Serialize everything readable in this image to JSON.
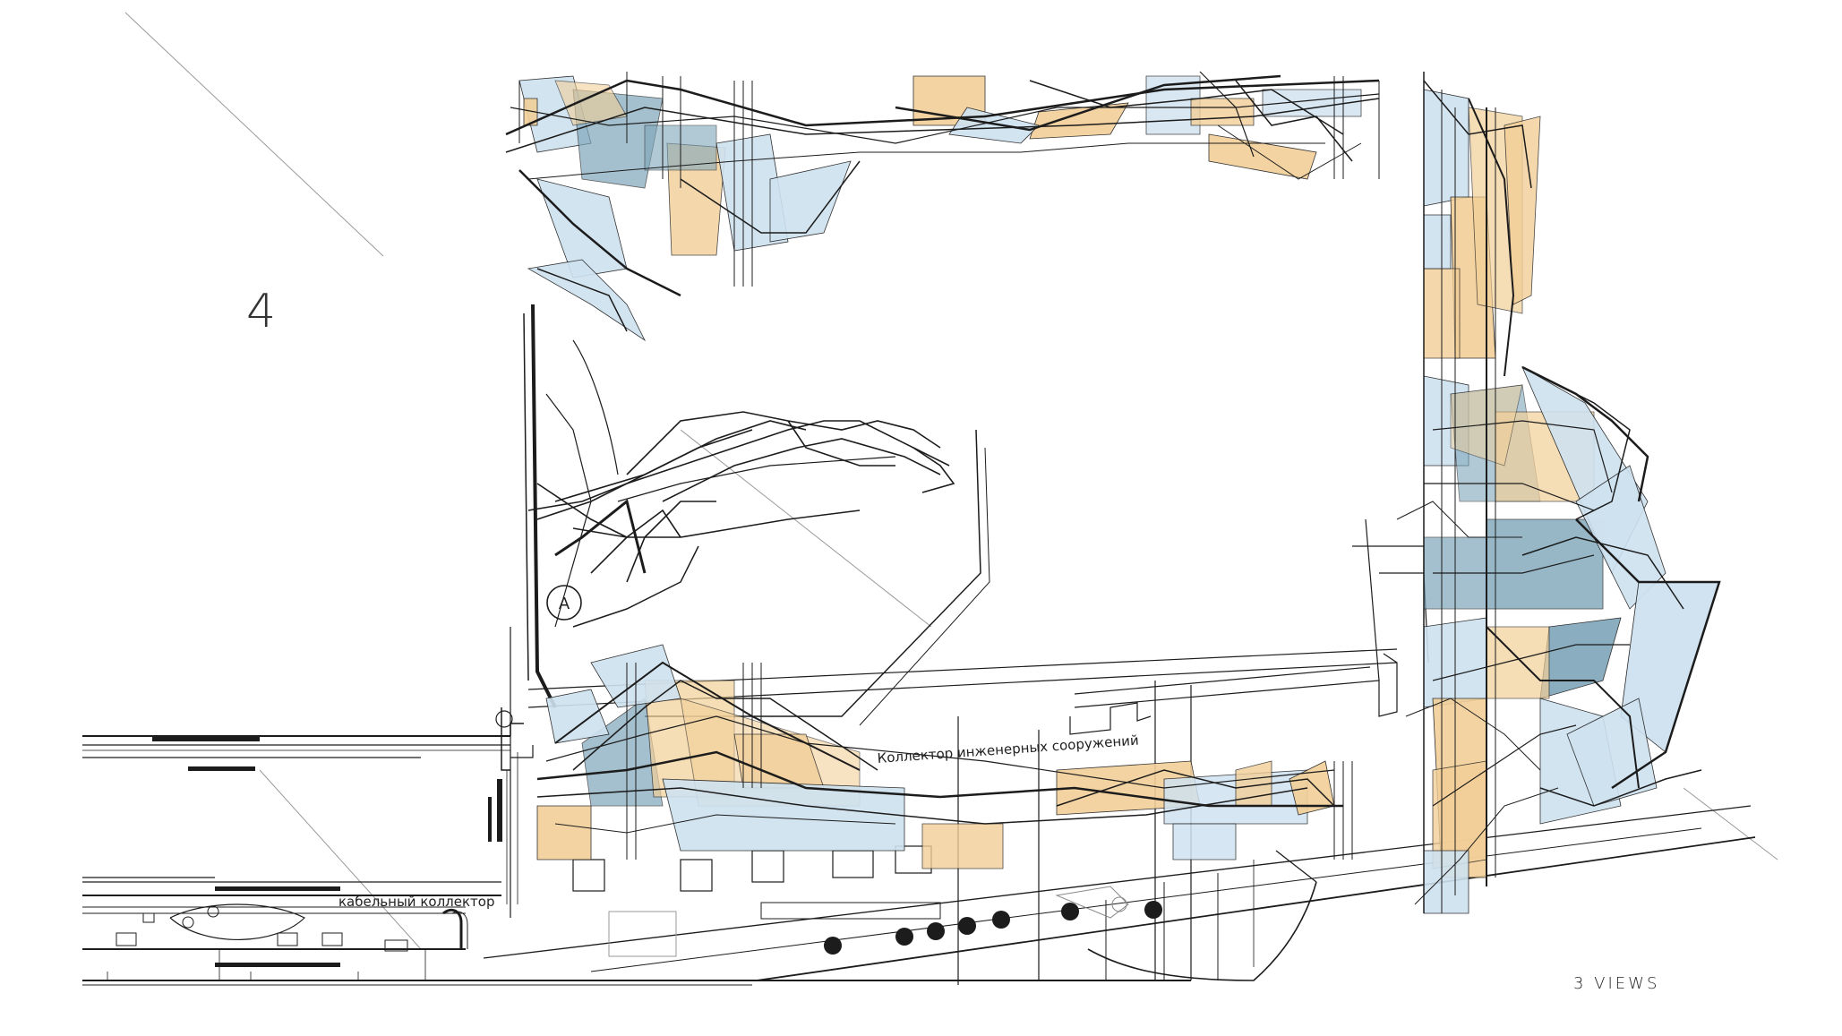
{
  "labels": {
    "sheet_number": "4",
    "section_marker": "A",
    "collector_label": "Коллектор инженерных сооружений",
    "cable_collector_label": "кабельный коллектор",
    "views_label": "3 VIEWS"
  },
  "colors": {
    "background": "#ffffff",
    "ink": "#1c1c1c",
    "light_blue": "#cfe2f0",
    "steel_blue": "#7ea6ba",
    "tan": "#f2cf98",
    "orange_tan": "#e8b878"
  }
}
